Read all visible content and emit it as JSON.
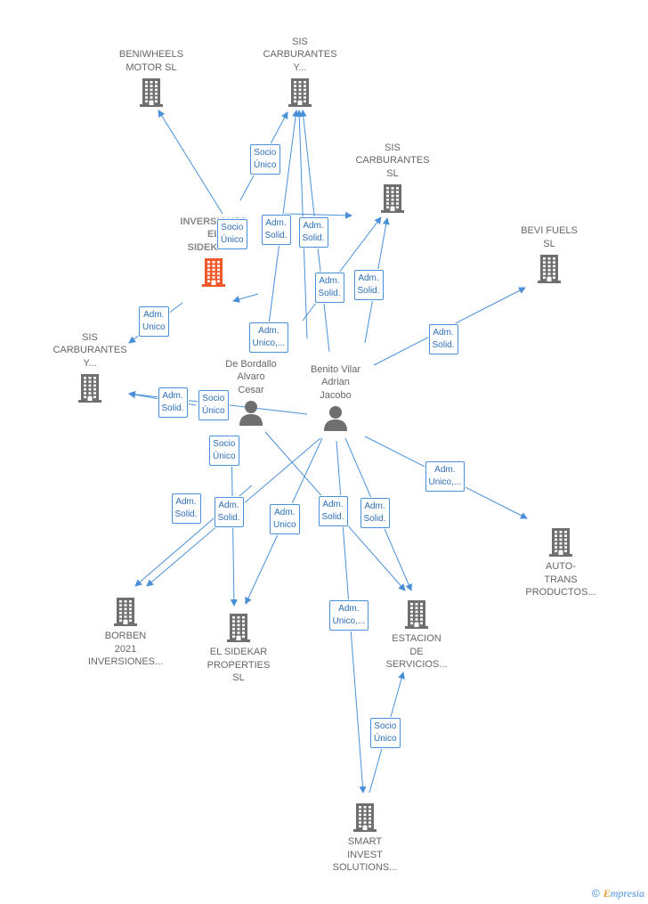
{
  "colors": {
    "edge": "#4a90d9",
    "building": "#6f6f6f",
    "building_highlight": "#f0582a",
    "person": "#6f6f6f"
  },
  "nodes": [
    {
      "id": "beniwheels",
      "type": "company",
      "label": "BENIWHEELS\nMOTOR  SL",
      "icon": "building-icon"
    },
    {
      "id": "sis1",
      "type": "company",
      "label": "SIS\nCARBURANTES\nY...",
      "icon": "building-icon"
    },
    {
      "id": "sis2",
      "type": "company",
      "label": "SIS\nCARBURANTES\nSL",
      "icon": "building-icon"
    },
    {
      "id": "inversiones",
      "type": "company",
      "label": "INVERSIONES\nEL\nSIDEKAR...",
      "icon": "building-icon",
      "highlight": true
    },
    {
      "id": "bevi",
      "type": "company",
      "label": "BEVI FUELS\nSL",
      "icon": "building-icon"
    },
    {
      "id": "sis3",
      "type": "company",
      "label": "SIS\nCARBURANTES\nY...",
      "icon": "building-icon"
    },
    {
      "id": "bordallo",
      "type": "person",
      "label": "De Bordallo\nAlvaro\nCesar",
      "icon": "person-icon"
    },
    {
      "id": "benito",
      "type": "person",
      "label": "Benito Vilar\nAdrian\nJacobo",
      "icon": "person-icon"
    },
    {
      "id": "autotrans",
      "type": "company",
      "label": "AUTO-\nTRANS\nPRODUCTOS...",
      "icon": "building-icon"
    },
    {
      "id": "borben",
      "type": "company",
      "label": "BORBEN\n2021\nINVERSIONES...",
      "icon": "building-icon"
    },
    {
      "id": "elsidekar",
      "type": "company",
      "label": "EL SIDEKAR\nPROPERTIES\nSL",
      "icon": "building-icon"
    },
    {
      "id": "estacion",
      "type": "company",
      "label": "ESTACION\nDE\nSERVICIOS...",
      "icon": "building-icon"
    },
    {
      "id": "smart",
      "type": "company",
      "label": "SMART\nINVEST\nSOLUTIONS...",
      "icon": "building-icon"
    }
  ],
  "edge_labels": [
    "Socio\nÚnico",
    "Socio\nÚnico",
    "Adm.\nSolid.",
    "Adm.\nSolid.",
    "Adm.\nSolid.",
    "Adm.\nSolid.",
    "Adm.\nUnico",
    "Socio\nÚnico",
    "Adm.\nUnico,...",
    "Adm.\nSolid.",
    "Adm.\nSolid.",
    "Socio\nÚnico",
    "Adm.\nUnico,...",
    "Adm.\nSolid.",
    "Adm.\nSolid.",
    "Adm.\nUnico",
    "Adm.\nSolid.",
    "Adm.\nSolid.",
    "Adm.\nUnico,...",
    "Socio\nÚnico"
  ],
  "footer": {
    "copyright": "©",
    "brand_first": "E",
    "brand_rest": "mpresia"
  }
}
